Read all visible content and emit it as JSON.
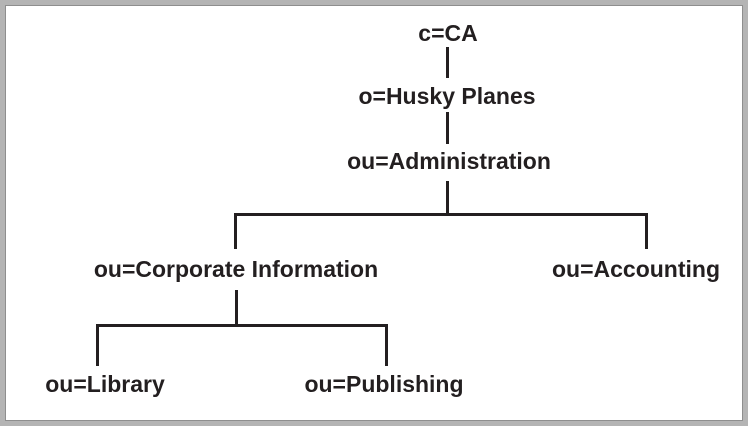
{
  "diagram": {
    "type": "tree",
    "nodes": [
      {
        "label": "c=CA"
      },
      {
        "label": "o=Husky Planes"
      },
      {
        "label": "ou=Administration"
      },
      {
        "label": "ou=Corporate Information"
      },
      {
        "label": "ou=Accounting"
      },
      {
        "label": "ou=Library"
      },
      {
        "label": "ou=Publishing"
      }
    ],
    "edges": [
      {
        "from": "c=CA",
        "to": "o=Husky Planes"
      },
      {
        "from": "o=Husky Planes",
        "to": "ou=Administration"
      },
      {
        "from": "ou=Administration",
        "to": "ou=Corporate Information"
      },
      {
        "from": "ou=Administration",
        "to": "ou=Accounting"
      },
      {
        "from": "ou=Corporate Information",
        "to": "ou=Library"
      },
      {
        "from": "ou=Corporate Information",
        "to": "ou=Publishing"
      }
    ],
    "colors": {
      "line": "#231f20",
      "text": "#231f20",
      "background": "#ffffff",
      "frame": "#b4b4b4"
    }
  }
}
